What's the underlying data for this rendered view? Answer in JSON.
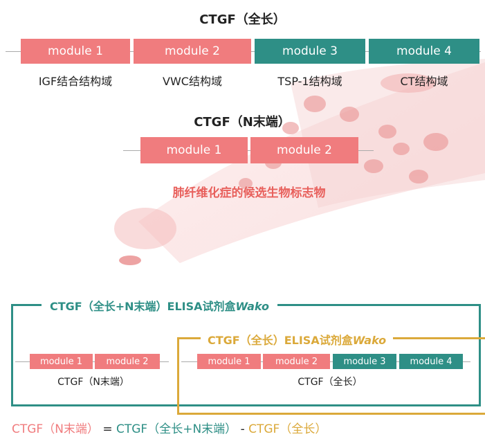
{
  "full": {
    "title": "CTGF（全长）",
    "modules": [
      "module 1",
      "module 2",
      "module 3",
      "module 4"
    ],
    "domains": [
      "IGF结合结构域",
      "VWC结构域",
      "TSP-1结构域",
      "CT结构域"
    ]
  },
  "nterm": {
    "title": "CTGF（N末端）",
    "modules": [
      "module 1",
      "module 2"
    ]
  },
  "subtitle": "肺纤维化症的候选生物标志物",
  "kit_outer": {
    "title_prefix": "CTGF（全长+N末端）ELISA试剂盒",
    "title_brand": "Wako",
    "small_modules": [
      "module 1",
      "module 2"
    ],
    "caption": "CTGF（N末端）"
  },
  "kit_inner": {
    "title_prefix": "CTGF（全长）ELISA试剂盒",
    "title_brand": "Wako",
    "small_modules": [
      "module 1",
      "module 2",
      "module 3",
      "module 4"
    ],
    "caption": "CTGF（全长）"
  },
  "formula": {
    "a": "CTGF（N末端）",
    "eq": " = ",
    "b": "CTGF（全长+N末端）",
    "minus": " - ",
    "c": "CTGF（全长）"
  },
  "colors": {
    "pink": "#f07c7e",
    "teal": "#2e8f86",
    "gold": "#dba93a",
    "subtitle": "#e8605c"
  }
}
